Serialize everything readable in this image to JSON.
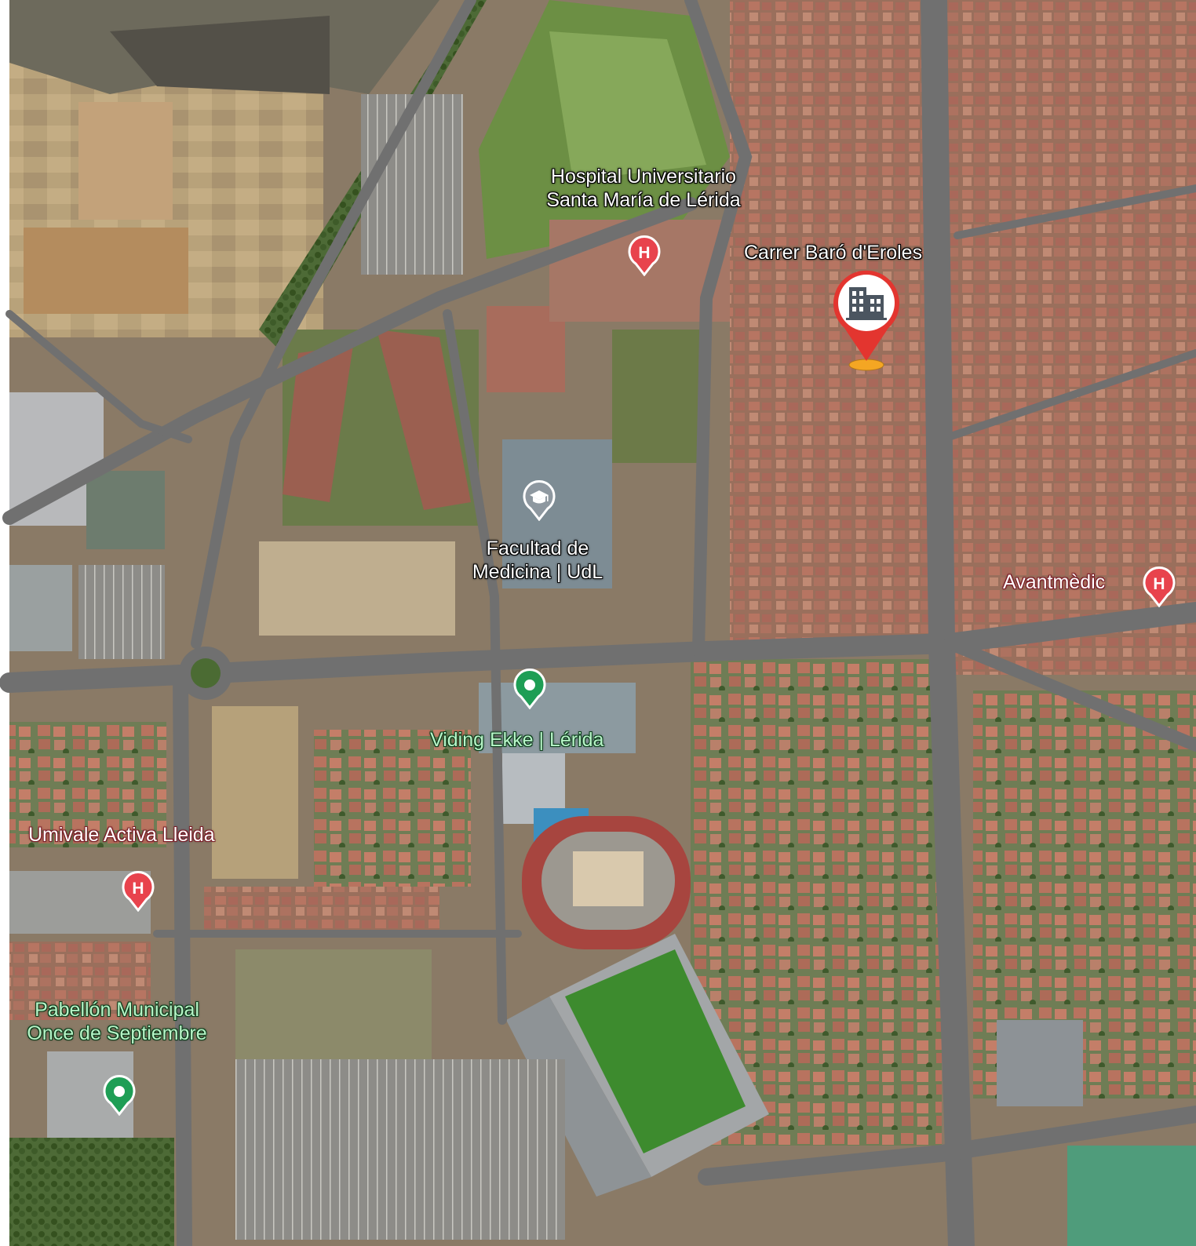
{
  "colors": {
    "poi_hospital": "#e8434d",
    "poi_park": "#1e9e55",
    "poi_education": "#8e98a0",
    "selected_pin": "#e3352f",
    "pin_shadow": "#f4a623"
  },
  "places": {
    "hospital_santa_maria": {
      "line1": "Hospital Universitario",
      "line2": "Santa María de Lérida",
      "icon": "hospital-icon"
    },
    "carrer_baro": {
      "label": "Carrer Baró d'Eroles",
      "icon": "building-icon"
    },
    "facultad_medicina": {
      "line1": "Facultad de",
      "line2": "Medicina | UdL",
      "icon": "graduation-cap-icon"
    },
    "avantmedic": {
      "label": "Avantmèdic",
      "icon": "hospital-icon"
    },
    "viding_ekke": {
      "label": "Viding Ekke | Lérida",
      "icon": "park-icon"
    },
    "umivale": {
      "label": "Umivale Activa Lleida",
      "icon": "hospital-icon"
    },
    "pabellon": {
      "line1": "Pabellón Municipal",
      "line2": "Once de Septiembre",
      "icon": "park-icon"
    }
  },
  "glyphs": {
    "hospital": "H"
  }
}
